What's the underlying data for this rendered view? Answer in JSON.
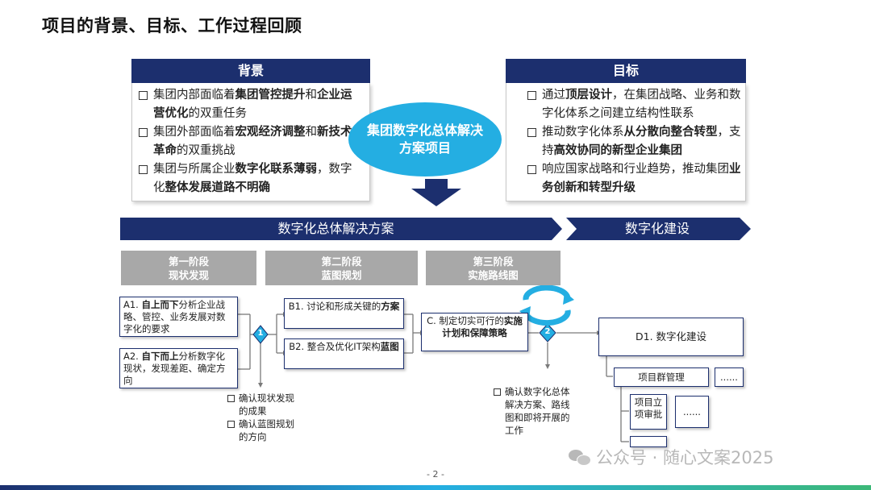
{
  "title": "项目的背景、目标、工作过程回顾",
  "background": {
    "header": "背景",
    "items": [
      "集团内部面临着集团管控提升和企业运营优化的双重任务",
      "集团外部面临着宏观经济调整和新技术革命的双重挑战",
      "集团与所属企业数字化联系薄弱，数字化整体发展道路不明确"
    ]
  },
  "goal": {
    "header": "目标",
    "items": [
      "通过顶层设计，在集团战略、业务和数字化体系之间建立结构性联系",
      "推动数字化体系从分散向整合转型，支持高效协同的新型企业集团",
      "响应国家战略和行业趋势，推动集团业务创新和转型升级"
    ]
  },
  "center": "集团数字化总体解决方案项目",
  "banner_left": "数字化总体解决方案",
  "banner_right": "数字化建设",
  "phases": [
    {
      "line1": "第一阶段",
      "line2": "现状发现"
    },
    {
      "line1": "第二阶段",
      "line2": "蓝图规划"
    },
    {
      "line1": "第三阶段",
      "line2": "实施路线图"
    }
  ],
  "boxes": {
    "a1": "A1. 自上而下分析企业战略、管控、业务发展对数字化的要求",
    "a2": "A2. 自下而上分析数字化现状，发现差距、确定方向",
    "b1": "B1. 讨论和形成关键的方案",
    "b2": "B2. 整合及优化IT架构蓝图",
    "c": "C. 制定切实可行的实施计划和保障策略",
    "d1": "D1. 数字化建设",
    "pg": "项目群管理",
    "dots1": "......",
    "proj": "项目立项审批",
    "dots2": "......"
  },
  "markers": [
    "1",
    "2"
  ],
  "notes1": [
    "确认现状发现的成果",
    "确认蓝图规划的方向"
  ],
  "notes2": [
    "确认数字化总体解决方案、路线图和即将开展的工作"
  ],
  "page_num": "- 2 -",
  "watermark": "公众号 · 随心文案2025",
  "colors": {
    "navy": "#1c2f6e",
    "cyan": "#24aee2",
    "gray": "#a8a8a8"
  }
}
